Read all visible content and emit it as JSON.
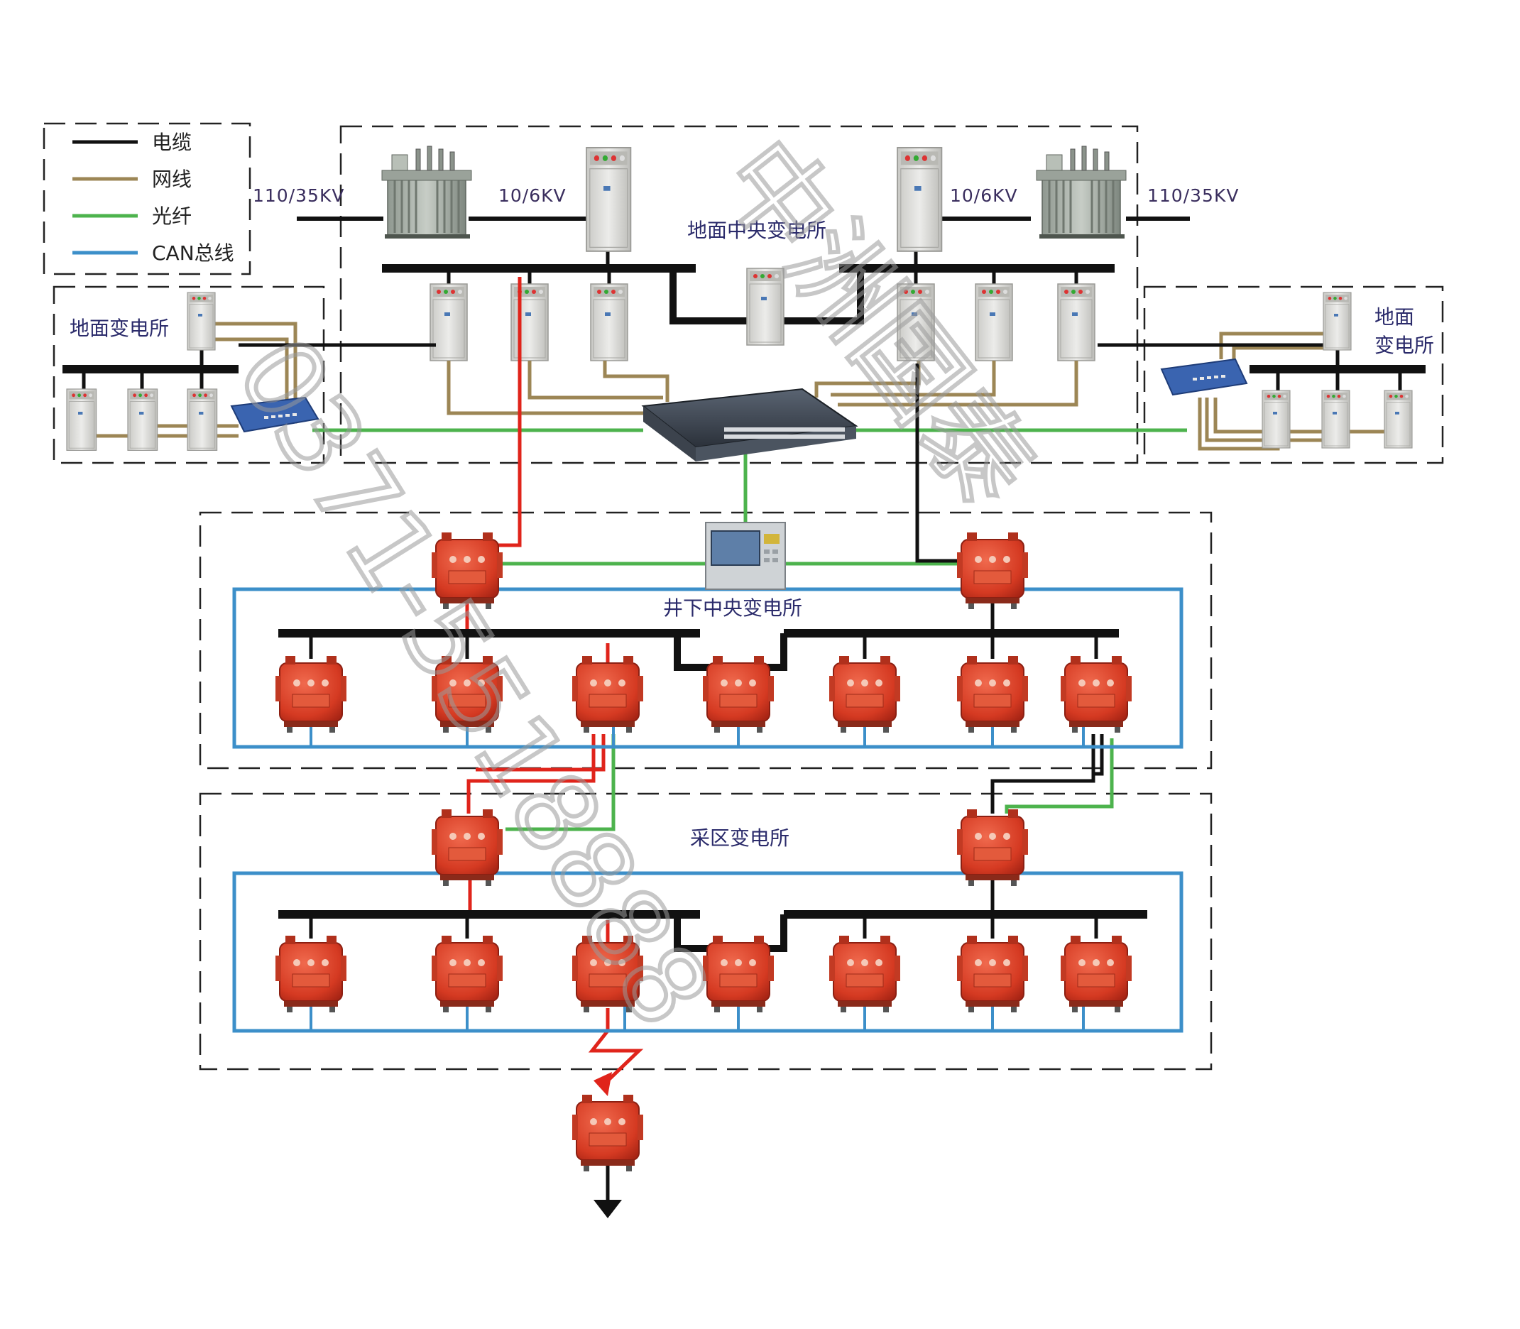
{
  "legend": {
    "items": [
      {
        "label": "电缆",
        "color": "#111111"
      },
      {
        "label": "网线",
        "color": "#9c8655"
      },
      {
        "label": "光纤",
        "color": "#4db34d"
      },
      {
        "label": "CAN总线",
        "color": "#3c8fc9"
      }
    ]
  },
  "voltages": {
    "left_hv": "110/35KV",
    "left_mv": "10/6KV",
    "right_mv": "10/6KV",
    "right_hv": "110/35KV"
  },
  "substations": {
    "surface_central": "地面中央变电所",
    "surface_left": "地面变电所",
    "surface_right_line1": "地面",
    "surface_right_line2": "变电所",
    "underground_central": "井下中央变电所",
    "mining_area": "采区变电所"
  },
  "watermark": {
    "phone": "0371-5518888",
    "brand": "中洲国泰"
  },
  "colors": {
    "cable": "#111111",
    "network": "#9c8655",
    "fiber": "#4db34d",
    "can_bus": "#3c8fc9",
    "red_feed": "#e0241b",
    "cabinet": "#d8d8d4",
    "explosion_proof_box": "#d9442b"
  }
}
